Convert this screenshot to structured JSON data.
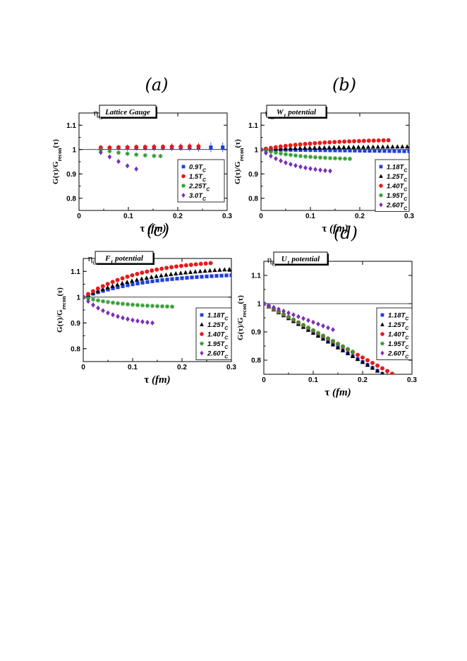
{
  "figure": {
    "ylabel": "G(τ)/G",
    "ylabel_sub": "recon",
    "ylabel_tail": "(τ)",
    "xlabel_greek": "τ",
    "xlabel_unit": "(fm)",
    "eta": "η",
    "eta_sub": "C"
  },
  "chart_data": [
    {
      "type": "scatter",
      "panel_label": "(a)",
      "tag": "Lattice Gauge",
      "xlim": [
        0,
        0.3
      ],
      "ylim": [
        0.75,
        1.15
      ],
      "xticks": [
        0,
        0.1,
        0.2,
        0.3
      ],
      "yticks": [
        0.8,
        0.9,
        1,
        1.1
      ],
      "reference_line": 1,
      "series": [
        {
          "name": "0.9T",
          "sub": "C",
          "marker": "square",
          "color": "#1f3fdf",
          "x": [
            0.044,
            0.062,
            0.08,
            0.098,
            0.116,
            0.134,
            0.152,
            0.17,
            0.188,
            0.206,
            0.224,
            0.242,
            0.267,
            0.291
          ],
          "y": [
            1.005,
            1.006,
            1.007,
            1.007,
            1.008,
            1.008,
            1.008,
            1.009,
            1.009,
            1.009,
            1.009,
            1.009,
            1.009,
            1.009
          ],
          "err": [
            0.012,
            0.012,
            0.012,
            0.013,
            0.013,
            0.013,
            0.014,
            0.014,
            0.015,
            0.015,
            0.016,
            0.018,
            0.02,
            0.02
          ]
        },
        {
          "name": "1.5T",
          "sub": "C",
          "marker": "circle",
          "color": "#e8191b",
          "x": [
            0.044,
            0.062,
            0.08,
            0.098,
            0.116,
            0.134,
            0.152,
            0.17,
            0.188,
            0.206,
            0.224,
            0.242
          ],
          "y": [
            1.008,
            1.008,
            1.009,
            1.009,
            1.01,
            1.01,
            1.011,
            1.011,
            1.012,
            1.012,
            1.013,
            1.013
          ],
          "err": [
            0.01,
            0.01,
            0.01,
            0.011,
            0.011,
            0.011,
            0.012,
            0.012,
            0.013,
            0.013,
            0.014,
            0.014
          ]
        },
        {
          "name": "2.25T",
          "sub": "C",
          "marker": "star",
          "color": "#2e9a2e",
          "x": [
            0.044,
            0.062,
            0.08,
            0.098,
            0.116,
            0.134,
            0.152,
            0.165
          ],
          "y": [
            0.998,
            0.993,
            0.987,
            0.983,
            0.979,
            0.976,
            0.974,
            0.973
          ],
          "err": []
        },
        {
          "name": "3.0T",
          "sub": "C",
          "marker": "diamond",
          "color": "#7a2fb8",
          "x": [
            0.044,
            0.062,
            0.08,
            0.098,
            0.116
          ],
          "y": [
            0.988,
            0.97,
            0.951,
            0.933,
            0.92
          ],
          "err": [
            0.006,
            0.006,
            0.007,
            0.008,
            0.009
          ]
        }
      ]
    },
    {
      "type": "scatter",
      "panel_label": "(b)",
      "tag": "W",
      "tag_sub": "1",
      "tag_tail": " potential",
      "xlim": [
        0,
        0.3
      ],
      "ylim": [
        0.75,
        1.15
      ],
      "xticks": [
        0,
        0.1,
        0.2,
        0.3
      ],
      "yticks": [
        0.8,
        0.9,
        1,
        1.1
      ],
      "reference_line": 1,
      "series": [
        {
          "name": "1.18T",
          "sub": "C",
          "marker": "square",
          "color": "#1f3fdf",
          "curve": {
            "x0": 0,
            "x1": 0.3,
            "n": 30,
            "y1": 0.993,
            "shape": "lin"
          }
        },
        {
          "name": "1.25T",
          "sub": "C",
          "marker": "triangle",
          "color": "#000000",
          "curve": {
            "x0": 0,
            "x1": 0.296,
            "n": 30,
            "y1": 1.012,
            "shape": "sat"
          }
        },
        {
          "name": "1.40T",
          "sub": "C",
          "marker": "circle",
          "color": "#e8191b",
          "curve": {
            "x0": 0,
            "x1": 0.258,
            "n": 26,
            "y1": 1.038,
            "shape": "sat"
          }
        },
        {
          "name": "1.95T",
          "sub": "C",
          "marker": "star",
          "color": "#2e9a2e",
          "curve": {
            "x0": 0,
            "x1": 0.18,
            "n": 18,
            "y1": 0.962,
            "shape": "sat"
          }
        },
        {
          "name": "2.60T",
          "sub": "C",
          "marker": "diamond",
          "color": "#7a2fb8",
          "curve": {
            "x0": 0,
            "x1": 0.14,
            "n": 14,
            "y1": 0.912,
            "shape": "sat"
          }
        }
      ]
    },
    {
      "type": "scatter",
      "panel_label": "(c)",
      "tag": "F",
      "tag_sub": "1",
      "tag_tail": " potential",
      "xlim": [
        0,
        0.3
      ],
      "ylim": [
        0.75,
        1.15
      ],
      "xticks": [
        0,
        0.1,
        0.2,
        0.3
      ],
      "yticks": [
        0.8,
        0.9,
        1,
        1.1
      ],
      "reference_line": 1,
      "series": [
        {
          "name": "1.18T",
          "sub": "C",
          "marker": "square",
          "color": "#1f3fdf",
          "curve": {
            "x0": 0,
            "x1": 0.3,
            "n": 30,
            "y1": 1.085,
            "shape": "sat"
          }
        },
        {
          "name": "1.25T",
          "sub": "C",
          "marker": "triangle",
          "color": "#000000",
          "curve": {
            "x0": 0,
            "x1": 0.296,
            "n": 30,
            "y1": 1.108,
            "shape": "sat"
          }
        },
        {
          "name": "1.40T",
          "sub": "C",
          "marker": "circle",
          "color": "#e8191b",
          "curve": {
            "x0": 0,
            "x1": 0.258,
            "n": 26,
            "y1": 1.132,
            "shape": "sat"
          }
        },
        {
          "name": "1.95T",
          "sub": "C",
          "marker": "star",
          "color": "#2e9a2e",
          "curve": {
            "x0": 0,
            "x1": 0.18,
            "n": 18,
            "y1": 0.963,
            "shape": "sat"
          }
        },
        {
          "name": "2.60T",
          "sub": "C",
          "marker": "diamond",
          "color": "#7a2fb8",
          "curve": {
            "x0": 0,
            "x1": 0.14,
            "n": 14,
            "y1": 0.9,
            "shape": "sat"
          }
        }
      ]
    },
    {
      "type": "scatter",
      "panel_label": "(d)",
      "tag": "U",
      "tag_sub": "1",
      "tag_tail": " potential",
      "xlim": [
        0,
        0.3
      ],
      "ylim": [
        0.75,
        1.15
      ],
      "xticks": [
        0,
        0.1,
        0.2,
        0.3
      ],
      "yticks": [
        0.8,
        0.9,
        1,
        1.1
      ],
      "reference_line": 1,
      "series": [
        {
          "name": "1.18T",
          "sub": "C",
          "marker": "square",
          "color": "#1f3fdf",
          "curve": {
            "x0": 0,
            "x1": 0.24,
            "n": 24,
            "y1": 0.752,
            "shape": "lin"
          }
        },
        {
          "name": "1.25T",
          "sub": "C",
          "marker": "triangle",
          "color": "#000000",
          "curve": {
            "x0": 0,
            "x1": 0.24,
            "n": 24,
            "y1": 0.752,
            "shape": "lin"
          }
        },
        {
          "name": "1.40T",
          "sub": "C",
          "marker": "circle",
          "color": "#e8191b",
          "curve": {
            "x0": 0,
            "x1": 0.26,
            "n": 26,
            "y1": 0.752,
            "shape": "lin2"
          }
        },
        {
          "name": "1.95T",
          "sub": "C",
          "marker": "star",
          "color": "#2e9a2e",
          "curve": {
            "x0": 0,
            "x1": 0.18,
            "n": 18,
            "y1": 0.83,
            "shape": "lin"
          }
        },
        {
          "name": "2.60T",
          "sub": "C",
          "marker": "diamond",
          "color": "#7a2fb8",
          "curve": {
            "x0": 0,
            "x1": 0.14,
            "n": 14,
            "y1": 0.908,
            "shape": "lin"
          }
        }
      ]
    }
  ]
}
